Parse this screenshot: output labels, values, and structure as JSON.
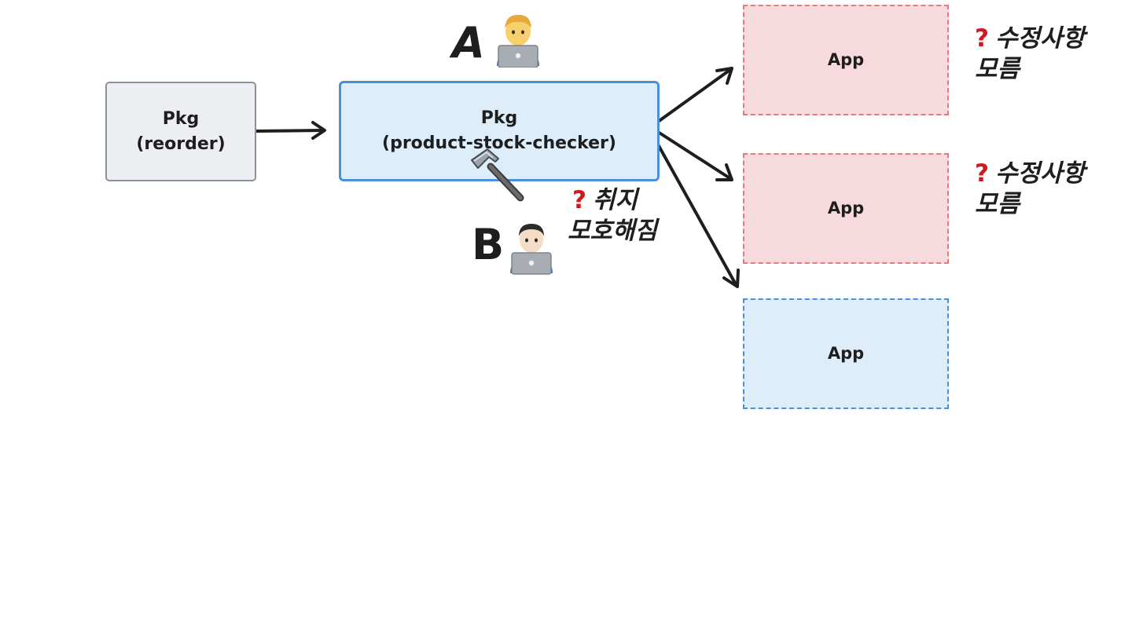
{
  "nodes": {
    "pkg_reorder": {
      "line1": "Pkg",
      "line2": "(reorder)"
    },
    "pkg_checker": {
      "line1": "Pkg",
      "line2": "(product-stock-checker)"
    },
    "apps": [
      {
        "label": "App"
      },
      {
        "label": "App"
      },
      {
        "label": "App"
      }
    ]
  },
  "people": {
    "a": {
      "letter": "A"
    },
    "b": {
      "letter": "B"
    }
  },
  "notes": [
    {
      "mark": "?",
      "line1": "수정사항",
      "line2": "모름"
    },
    {
      "mark": "?",
      "line1": "수정사항",
      "line2": "모름"
    },
    {
      "mark": "?",
      "line1": "취지",
      "line2": "모호해짐"
    }
  ],
  "icons": {
    "person": "developer-with-laptop-icon",
    "tool": "hammer-icon"
  },
  "colors": {
    "pkg_reorder_fill": "#eceef1",
    "pkg_reorder_border": "#8a929c",
    "pkg_checker_fill": "#ddedfa",
    "pkg_checker_border": "#4a90d9",
    "app_unaware_fill": "#f7dadd",
    "app_unaware_border": "#e07b82",
    "app_ok_fill": "#ddedfa",
    "app_ok_border": "#4a90d9",
    "question_mark": "#d0181e",
    "arrow": "#1e1e1e"
  }
}
